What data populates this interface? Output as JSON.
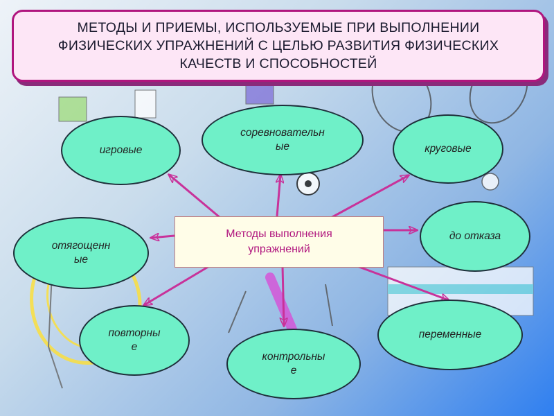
{
  "title": "МЕТОДЫ И ПРИЕМЫ, ИСПОЛЬЗУЕМЫЕ ПРИ ВЫПОЛНЕНИИ\nФИЗИЧЕСКИХ УПРАЖНЕНИЙ С ЦЕЛЬЮ РАЗВИТИЯ ФИЗИЧЕСКИХ\nКАЧЕСТВ И СПОСОБНОСТЕЙ",
  "center": "Методы выполнения\nупражнений",
  "methods": {
    "game": "игровые",
    "competitive": "соревновательн\nые",
    "circuit": "круговые",
    "weighted": "отягощенн\nые",
    "to_failure": "до отказа",
    "repeated": "повторны\nе",
    "control": "контрольны\nе",
    "variable": "переменные"
  },
  "colors": {
    "ellipse_fill": "#6ff0c8",
    "arrow": "#c8329a",
    "title_border": "#b0157e"
  }
}
